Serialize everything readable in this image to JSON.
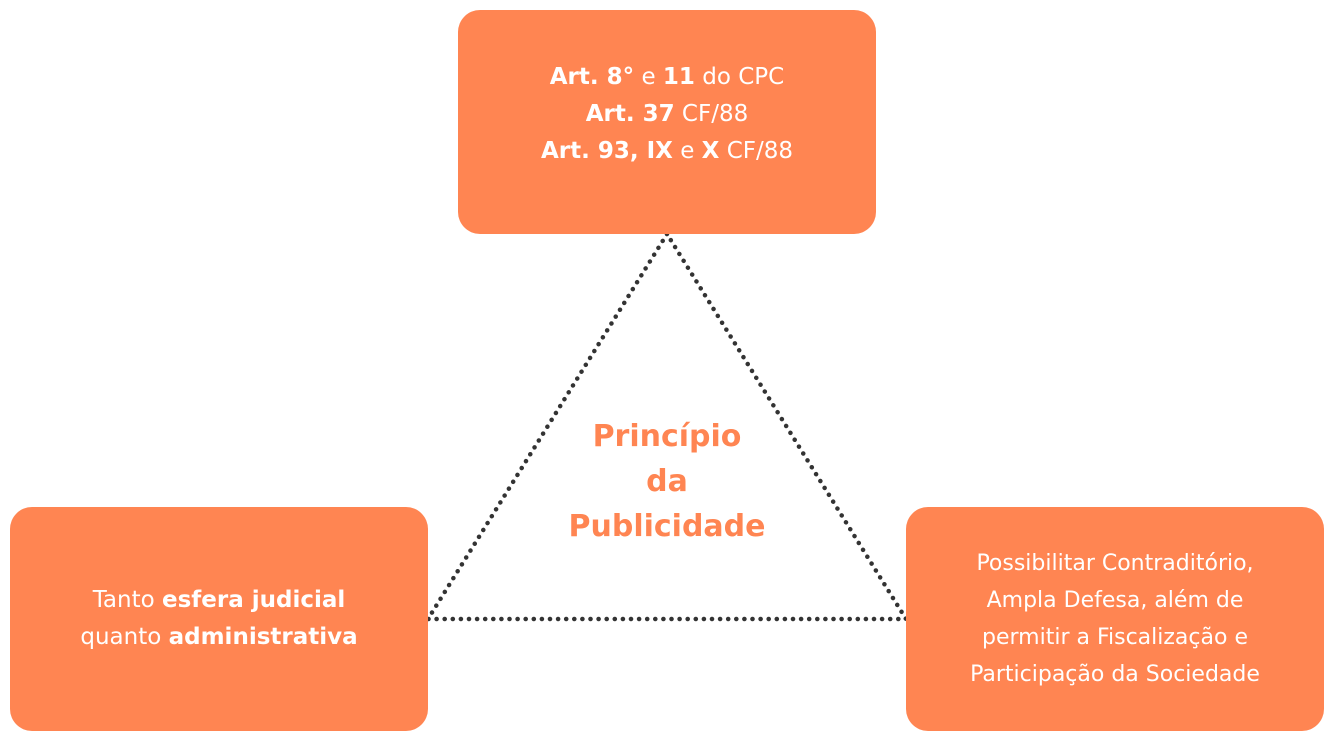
{
  "center": {
    "line1": "Princípio",
    "line2": "da",
    "line3": "Publicidade"
  },
  "top_box": {
    "line1": {
      "a": "Art. 8°",
      "b": " e ",
      "c": "11",
      "d": " do CPC"
    },
    "line2": {
      "a": "Art. 37",
      "b": " CF/88"
    },
    "line3": {
      "a": "Art. 93, IX",
      "b": " e ",
      "c": "X",
      "d": " CF/88"
    }
  },
  "left_box": {
    "line1": {
      "a": "Tanto ",
      "b": "esfera judicial"
    },
    "line2": {
      "a": "quanto ",
      "b": "administrativa"
    }
  },
  "right_box": {
    "lines": [
      "Possibilitar Contraditório,",
      "Ampla Defesa, além de",
      "permitir a Fiscalização e",
      "Participação da Sociedade"
    ]
  },
  "colors": {
    "box_fill": "#ff8552",
    "text_light": "#ffffff",
    "accent_text": "#ff8552",
    "dotted_line": "#333333"
  }
}
